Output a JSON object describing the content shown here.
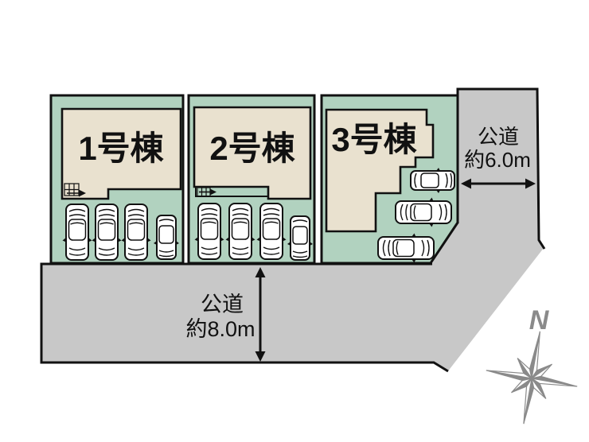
{
  "plan": {
    "buildings": [
      {
        "label": "1号棟"
      },
      {
        "label": "2号棟"
      },
      {
        "label": "3号棟"
      }
    ],
    "roads": {
      "east": {
        "name": "公道",
        "width": "約6.0m"
      },
      "south": {
        "name": "公道",
        "width": "約8.0m"
      }
    },
    "compass": {
      "north_label": "N"
    },
    "colors": {
      "lot_green": "#b1d2bf",
      "building_beige": "#e9e1cf",
      "road_gray": "#c8c8c8",
      "outline_black": "#111111",
      "compass_gray": "#8a8a8a"
    }
  }
}
